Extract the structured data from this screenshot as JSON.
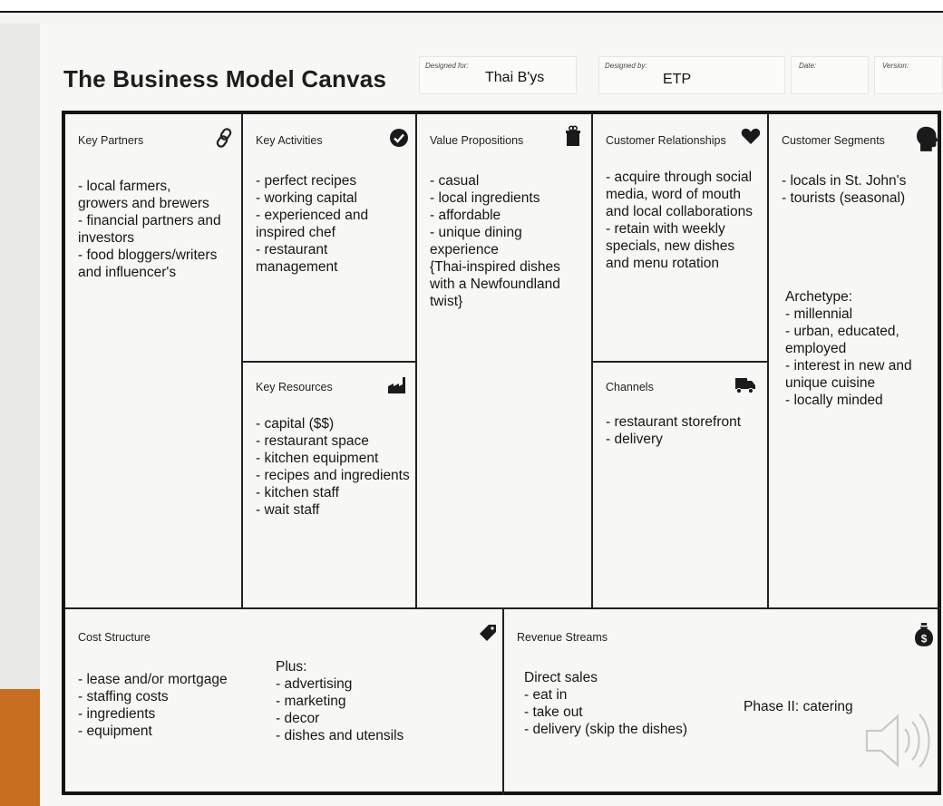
{
  "canvas_title": "The Business Model Canvas",
  "header": {
    "designed_for_label": "Designed for:",
    "designed_for": "Thai B'ys",
    "designed_by_label": "Designed by:",
    "designed_by": "ETP",
    "date_label": "Date:",
    "version_label": "Version:"
  },
  "blocks": {
    "key_partners": {
      "title": "Key Partners",
      "icon": "link-icon",
      "text": "- local farmers,\ngrowers and brewers\n- financial partners and\ninvestors\n- food bloggers/writers\nand influencer's"
    },
    "key_activities": {
      "title": "Key Activities",
      "icon": "checkmark-icon",
      "text": "- perfect recipes\n- working capital\n- experienced and\ninspired chef\n- restaurant\nmanagement"
    },
    "key_resources": {
      "title": "Key Resources",
      "icon": "factory-icon",
      "text": "- capital ($$)\n- restaurant space\n- kitchen equipment\n- recipes and ingredients\n- kitchen staff\n- wait staff"
    },
    "value_propositions": {
      "title": "Value Propositions",
      "icon": "gift-icon",
      "text": "- casual\n- local ingredients\n- affordable\n- unique dining\nexperience\n{Thai-inspired dishes\nwith a Newfoundland\ntwist}"
    },
    "customer_relationships": {
      "title": "Customer Relationships",
      "icon": "heart-icon",
      "text": "- acquire through social\nmedia, word of mouth\nand local collaborations\n- retain with weekly\nspecials, new dishes\nand menu rotation"
    },
    "channels": {
      "title": "Channels",
      "icon": "truck-icon",
      "text": "- restaurant storefront\n- delivery"
    },
    "customer_segments": {
      "title": "Customer Segments",
      "icon": "head-profile-icon",
      "text": "- locals in St. John's\n- tourists (seasonal)",
      "archetype": "Archetype:\n- millennial\n- urban, educated,\nemployed\n- interest in new and\nunique cuisine\n- locally minded"
    },
    "cost_structure": {
      "title": "Cost Structure",
      "icon": "price-tag-icon",
      "text": "- lease and/or mortgage\n- staffing costs\n- ingredients\n- equipment",
      "plus": "Plus:\n- advertising\n- marketing\n- decor\n- dishes and utensils"
    },
    "revenue_streams": {
      "title": "Revenue Streams",
      "icon": "money-bag-icon",
      "text": "Direct sales\n- eat in\n- take out\n- delivery (skip the dishes)",
      "phase2": "Phase II: catering"
    }
  }
}
